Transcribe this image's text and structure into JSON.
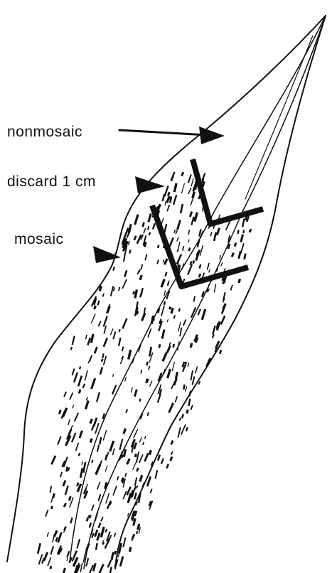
{
  "labels": {
    "nonmosaic": "nonmosaic",
    "discard": "discard 1 cm",
    "mosaic": "mosaic"
  },
  "colors": {
    "ink": "#111111",
    "background": "#ffffff"
  }
}
